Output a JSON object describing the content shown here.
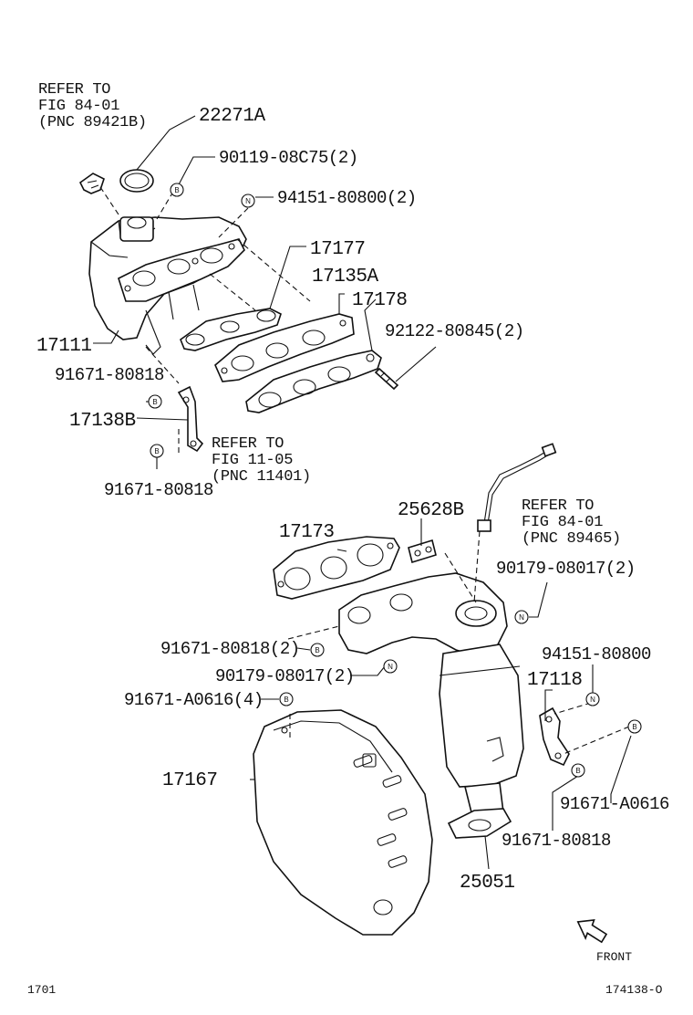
{
  "labels": {
    "ref1": [
      "REFER TO",
      "FIG 84-01",
      "(PNC 89421B)"
    ],
    "p22271A": "22271A",
    "p90119": "90119-08C75(2)",
    "p94151a": "94151-80800(2)",
    "p17177": "17177",
    "p17135A": "17135A",
    "p17178": "17178",
    "p92122": "92122-80845(2)",
    "p17111": "17111",
    "p91671a": "91671-80818",
    "p17138B": "17138B",
    "ref2": [
      "REFER TO",
      "FIG 11-05",
      "(PNC 11401)"
    ],
    "p91671b": "91671-80818",
    "p25628B": "25628B",
    "ref3": [
      "REFER TO",
      "FIG 84-01",
      "(PNC 89465)"
    ],
    "p17173": "17173",
    "p90179a": "90179-08017(2)",
    "p91671c": "91671-80818(2)",
    "p90179b": "90179-08017(2)",
    "p94151b": "94151-80800",
    "p91671A0616a": "91671-A0616(4)",
    "p17118": "17118",
    "p17167": "17167",
    "p91671A0616b": "91671-A0616",
    "p91671d": "91671-80818",
    "p25051": "25051",
    "front": "FRONT",
    "page_code": "1701",
    "drawing_no": "174138-O"
  },
  "symbols": {
    "bolt": "B",
    "nut": "N"
  }
}
